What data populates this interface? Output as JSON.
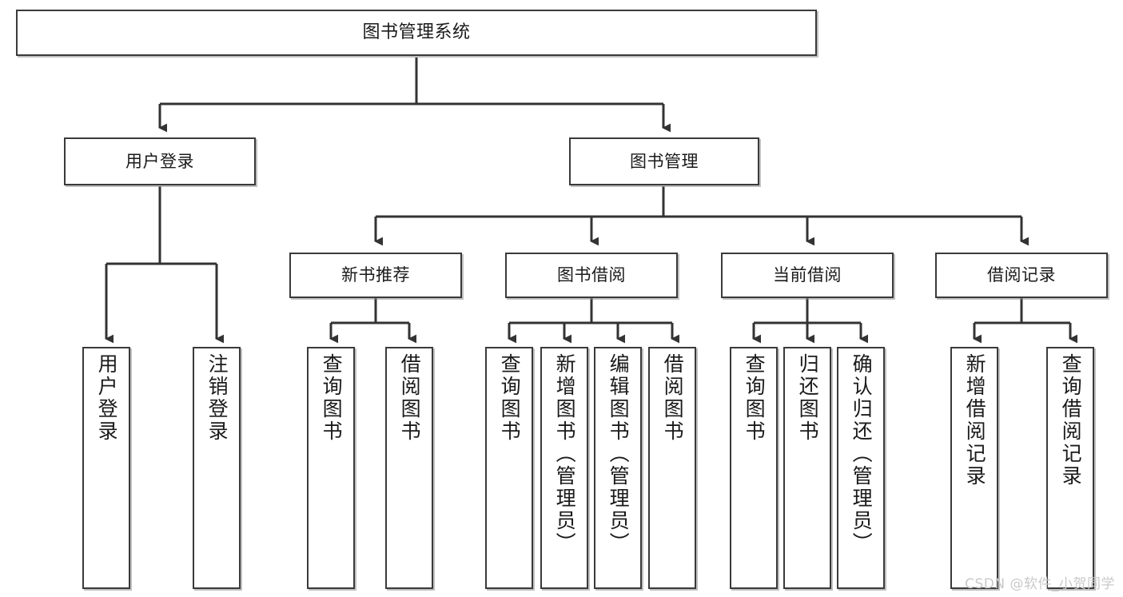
{
  "diagram": {
    "title": "图书管理系统",
    "type": "tree-hierarchy",
    "root": {
      "id": "root",
      "label": "图书管理系统"
    },
    "level2": [
      {
        "id": "user-login",
        "label": "用户登录"
      },
      {
        "id": "book-manage",
        "label": "图书管理"
      }
    ],
    "level3": [
      {
        "id": "new-book-recommend",
        "label": "新书推荐",
        "parent": "book-manage"
      },
      {
        "id": "book-borrow",
        "label": "图书借阅",
        "parent": "book-manage"
      },
      {
        "id": "current-borrow",
        "label": "当前借阅",
        "parent": "book-manage"
      },
      {
        "id": "borrow-record",
        "label": "借阅记录",
        "parent": "book-manage"
      }
    ],
    "leaves": [
      {
        "id": "leaf-user-login",
        "label": "用户登录",
        "parent": "user-login"
      },
      {
        "id": "leaf-user-logout",
        "label": "注销登录",
        "parent": "user-login"
      },
      {
        "id": "leaf-query-book-1",
        "label": "查询图书",
        "parent": "new-book-recommend"
      },
      {
        "id": "leaf-borrow-book-1",
        "label": "借阅图书",
        "parent": "new-book-recommend"
      },
      {
        "id": "leaf-query-book-2",
        "label": "查询图书",
        "parent": "book-borrow"
      },
      {
        "id": "leaf-add-book",
        "label": "新增图书（管理员）",
        "parent": "book-borrow"
      },
      {
        "id": "leaf-edit-book",
        "label": "编辑图书（管理员）",
        "parent": "book-borrow"
      },
      {
        "id": "leaf-borrow-book-2",
        "label": "借阅图书",
        "parent": "book-borrow"
      },
      {
        "id": "leaf-query-book-3",
        "label": "查询图书",
        "parent": "current-borrow"
      },
      {
        "id": "leaf-return-book",
        "label": "归还图书",
        "parent": "current-borrow"
      },
      {
        "id": "leaf-confirm-return",
        "label": "确认归还（管理员）",
        "parent": "current-borrow"
      },
      {
        "id": "leaf-add-record",
        "label": "新增借阅记录",
        "parent": "borrow-record"
      },
      {
        "id": "leaf-query-record",
        "label": "查询借阅记录",
        "parent": "borrow-record"
      }
    ]
  },
  "watermark": {
    "text": "CSDN @软件_小贺同学",
    "color": "#c9c9c9"
  },
  "style": {
    "stroke": "#3a3a3a",
    "background": "#ffffff",
    "text": "#1a1a1a"
  }
}
